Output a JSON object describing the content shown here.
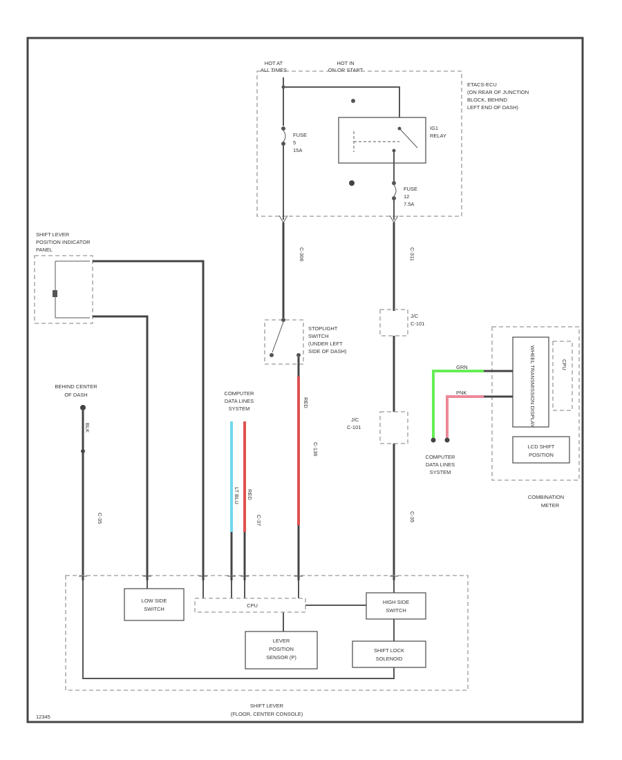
{
  "power": {
    "hot_at_all_times": [
      "HOT AT",
      "ALL TIMES"
    ],
    "hot_in_on_start": [
      "HOT IN",
      "ON OR START"
    ]
  },
  "ecu_block": [
    "ETACS-ECU",
    "(ON REAR OF JUNCTION",
    "BLOCK, BEHIND",
    "LEFT END OF DASH)"
  ],
  "fuse1": [
    "FUSE",
    "5",
    "15A"
  ],
  "fuse2": [
    "FUSE",
    "12",
    "7.5A"
  ],
  "ig1_relay": [
    "IG1",
    "RELAY"
  ],
  "indicator_panel": [
    "SHIFT LEVER",
    "POSITION INDICATOR",
    "PANEL"
  ],
  "stoplight_switch": [
    "STOPLIGHT",
    "SWITCH",
    "(UNDER LEFT",
    "SIDE OF DASH)"
  ],
  "ground": [
    "BEHIND CENTER",
    "OF DASH"
  ],
  "comp_data_left": [
    "COMPUTER",
    "DATA LINES",
    "SYSTEM"
  ],
  "comp_data_right": [
    "COMPUTER",
    "DATA LINES",
    "SYSTEM"
  ],
  "jc_top": [
    "J/C",
    "C-101"
  ],
  "jc_bottom": [
    "J/C",
    "C-101"
  ],
  "meter_module": "WHEEL TRANSMISSION DISPLAY",
  "meter_cpu": "CPU",
  "lcd_shift": [
    "LCD SHIFT",
    "POSITION"
  ],
  "combination_meter": [
    "COMBINATION",
    "METER"
  ],
  "wire_ids": {
    "stop_upper": "C-306",
    "ig_upper": "C-311",
    "stop_lower": "C-136",
    "ground_wire": "C-35",
    "data_wire": "C-37",
    "ig_lower": "C-35"
  },
  "wire_colors": {
    "green_line": "GRN",
    "pink_line": "PNK",
    "lt_blu_line": "LT BLU",
    "red_line": "RED",
    "red_stop": "RED",
    "shift_wire": "BLK"
  },
  "lever_components": {
    "low_side": [
      "LOW SIDE",
      "SWITCH"
    ],
    "cpu": "CPU",
    "high_side": [
      "HIGH SIDE",
      "SWITCH"
    ],
    "lever_sensor": [
      "LEVER",
      "POSITION",
      "SENSOR (P)"
    ],
    "shift_lock": [
      "SHIFT LOCK",
      "SOLENOID"
    ]
  },
  "shift_lever": [
    "SHIFT LEVER",
    "(FLOOR, CENTER CONSOLE)"
  ],
  "footer_code": "12345"
}
